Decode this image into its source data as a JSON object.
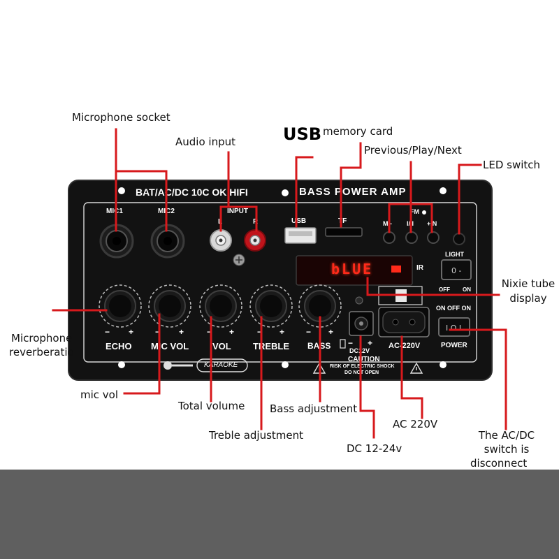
{
  "board": {
    "title_left": "BAT/AC/DC 10C OK HIFI",
    "title_right": "BASS POWER AMP",
    "display_text": "bLUE",
    "karaoke_label": "KARAOKE",
    "caution_title": "CAUTION",
    "caution_line1": "RISK OF ELECTRIC SHOCK",
    "caution_line2": "DO NOT OPEN"
  },
  "panel_labels": {
    "mic1": "MIC1",
    "mic2": "MIC2",
    "input": "INPUT",
    "input_l": "L",
    "input_r": "R",
    "usb": "USB",
    "tf": "TF",
    "fm": "FM",
    "prev": "M/-",
    "play": "I/II",
    "next": "+/N",
    "light": "LIGHT",
    "light_off": "OFF",
    "light_on": "ON",
    "on_off_on": "ON OFF ON",
    "ir": "IR",
    "echo": "ECHO",
    "mic_vol": "MIC VOL",
    "vol": "VOL",
    "treble": "TREBLE",
    "bass": "BASS",
    "dc12v": "DC12V",
    "ac220v": "AC-220V",
    "power": "POWER",
    "minus": "−",
    "plus": "+"
  },
  "callouts": {
    "microphone_socket": "Microphone socket",
    "audio_input": "Audio input",
    "usb": "USB",
    "memory_card": "memory card",
    "prev_play_next": "Previous/Play/Next",
    "led_switch": "LED switch",
    "nixie_line1": "Nixie tube",
    "nixie_line2": "display",
    "mic_reverb_line1": "Microphone",
    "mic_reverb_line2": "reverberatio",
    "mic_vol": "mic vol",
    "total_volume": "Total volume",
    "bass_adjustment": "Bass adjustment",
    "treble_adjustment": "Treble adjustment",
    "dc_12_24v": "DC 12-24v",
    "ac_220v": "AC 220V",
    "acdc_line1": "The AC/DC",
    "acdc_line2": "switch is",
    "acdc_line3": "disconnect"
  },
  "colors": {
    "panel": "#111111",
    "panel_edge": "#2a2a2a",
    "callout_line": "#d7191c",
    "led_text": "#ff2a1a",
    "bottom_band": "#5f5f5f"
  }
}
